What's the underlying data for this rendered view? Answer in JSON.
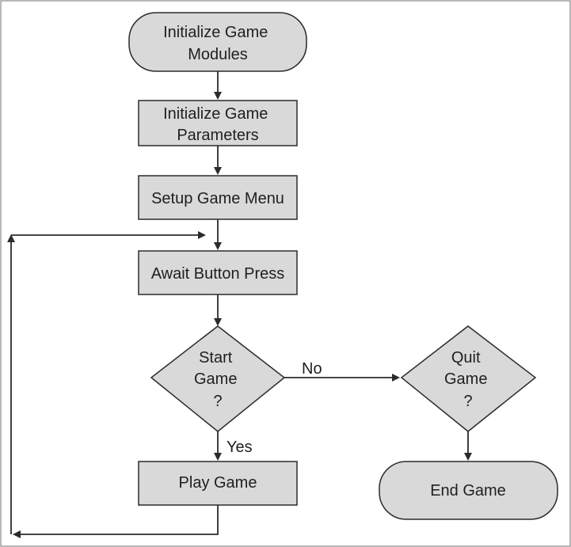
{
  "diagram": {
    "title": "",
    "nodes": {
      "initialize_modules": {
        "shape": "rounded-rect",
        "lines": [
          "Initialize Game",
          "Modules"
        ]
      },
      "initialize_parameters": {
        "shape": "rect",
        "lines": [
          "Initialize Game",
          "Parameters"
        ]
      },
      "setup_menu": {
        "shape": "rect",
        "lines": [
          "Setup Game Menu"
        ]
      },
      "await_button": {
        "shape": "rect",
        "lines": [
          "Await Button Press"
        ]
      },
      "start_game": {
        "shape": "diamond",
        "lines": [
          "Start",
          "Game",
          "?"
        ]
      },
      "quit_game": {
        "shape": "diamond",
        "lines": [
          "Quit",
          "Game",
          "?"
        ]
      },
      "play_game": {
        "shape": "rect",
        "lines": [
          "Play Game"
        ]
      },
      "end_game": {
        "shape": "rounded-rect",
        "lines": [
          "End Game"
        ]
      }
    },
    "edges": [
      {
        "from": "initialize_modules",
        "to": "initialize_parameters",
        "label": ""
      },
      {
        "from": "initialize_parameters",
        "to": "setup_menu",
        "label": ""
      },
      {
        "from": "setup_menu",
        "to": "await_button",
        "label": ""
      },
      {
        "from": "await_button",
        "to": "start_game",
        "label": ""
      },
      {
        "from": "start_game",
        "to": "quit_game",
        "label": "No"
      },
      {
        "from": "start_game",
        "to": "play_game",
        "label": "Yes"
      },
      {
        "from": "quit_game",
        "to": "end_game",
        "label": ""
      },
      {
        "from": "play_game",
        "to": "await_button",
        "label": ""
      }
    ],
    "colors": {
      "node_fill": "#d9d9d9",
      "line": "#2b2b2b",
      "text": "#1f1f1f",
      "frame": "#8a8a8a",
      "background": "#ffffff"
    }
  }
}
